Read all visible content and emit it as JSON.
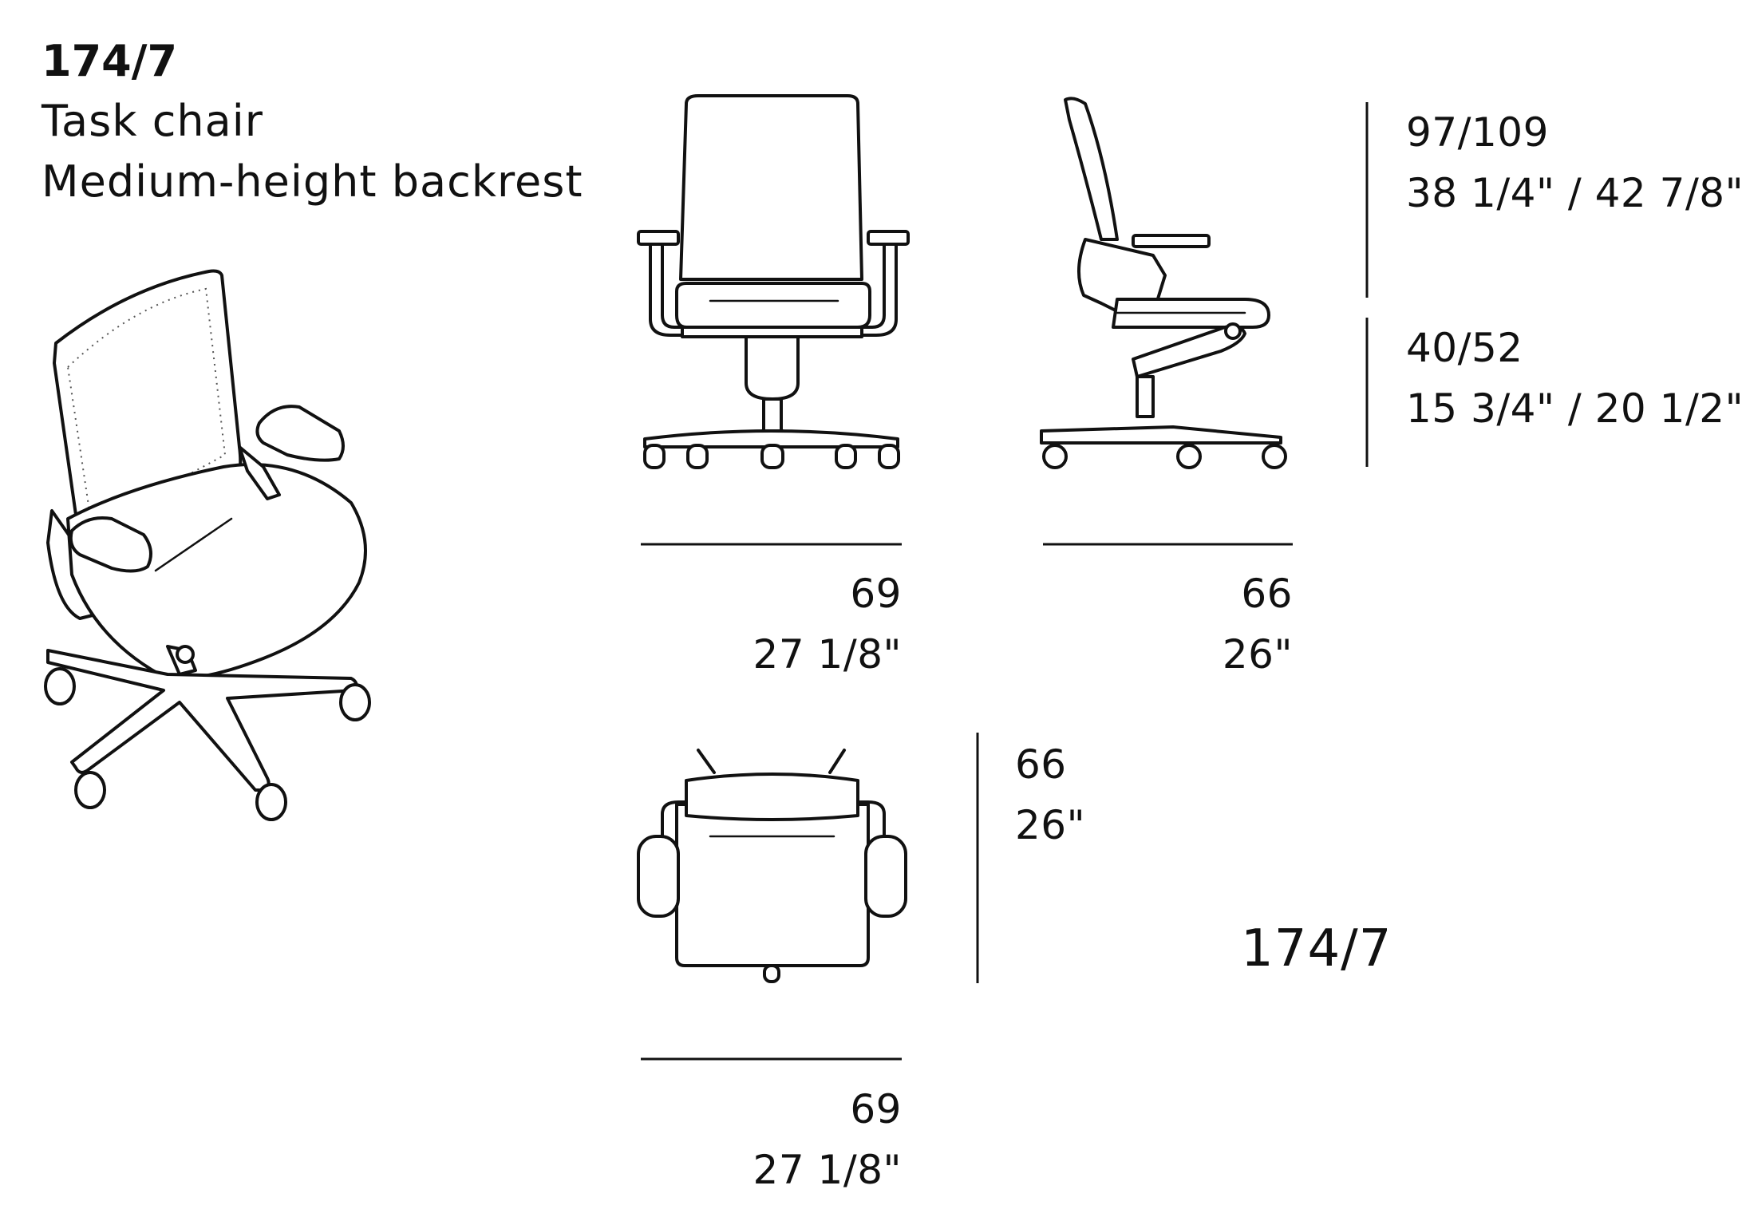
{
  "header": {
    "model_code": "174/7",
    "product_type": "Task chair",
    "variant": "Medium-height backrest"
  },
  "views": {
    "front": {
      "width_cm": "69",
      "width_in": "27 1/8\""
    },
    "side": {
      "depth_cm": "66",
      "depth_in": "26\""
    },
    "height": {
      "overall_cm": "97/109",
      "overall_in": "38 1/4\" / 42 7/8\"",
      "seat_cm": "40/52",
      "seat_in": "15 3/4\" / 20 1/2\""
    },
    "top": {
      "depth_cm": "66",
      "depth_in": "26\"",
      "width_cm": "69",
      "width_in": "27 1/8\""
    }
  },
  "footer": {
    "model_code": "174/7"
  }
}
